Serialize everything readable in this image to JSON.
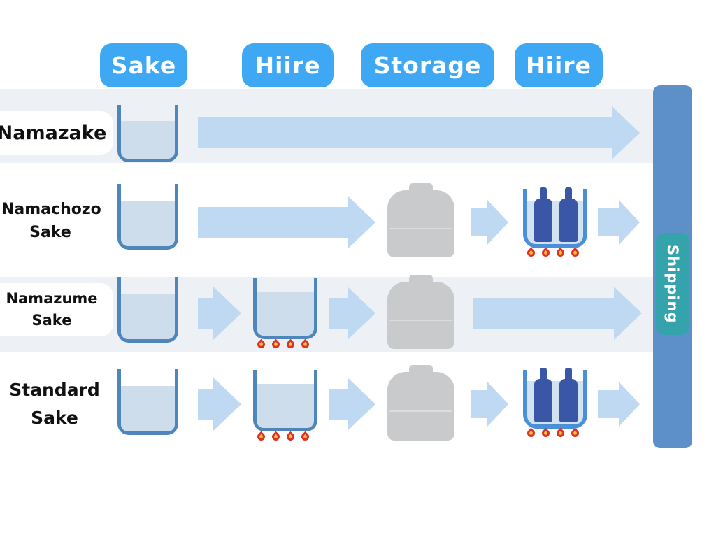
{
  "header": {
    "stages": [
      "Sake",
      "Hiire",
      "Storage",
      "Hiire"
    ]
  },
  "shipping": {
    "label": "Shipping"
  },
  "rows": [
    {
      "name": "Namazake",
      "label_lines": [
        "Namazake"
      ],
      "process": [
        "sake-cup",
        "arrow-to-shipping"
      ]
    },
    {
      "name": "Namachozo Sake",
      "label_lines": [
        "Namachozo",
        "Sake"
      ],
      "process": [
        "sake-cup",
        "arrow",
        "storage-tank",
        "arrow",
        "hiire-in-bottles",
        "arrow-to-shipping"
      ]
    },
    {
      "name": "Namazume Sake",
      "label_lines": [
        "Namazume",
        "Sake"
      ],
      "process": [
        "sake-cup",
        "arrow",
        "hiire-in-tank",
        "arrow",
        "storage-tank",
        "arrow-to-shipping"
      ]
    },
    {
      "name": "Standard Sake",
      "label_lines": [
        "Standard",
        "Sake"
      ],
      "process": [
        "sake-cup",
        "arrow",
        "hiire-in-tank",
        "arrow",
        "storage-tank",
        "arrow",
        "hiire-in-bottles",
        "arrow-to-shipping"
      ]
    }
  ],
  "colors": {
    "stage_button": "#3FA8F4",
    "arrow": "#BFD9F2",
    "row_band": "#EDF1F5",
    "shipping_bar": "#5D90C9",
    "shipping_badge": "#35A3AB",
    "cup_border": "#4E86BC",
    "cup_liquid": "#CEDDEC",
    "bath_border": "#4A90D9",
    "bottle": "#3A57A7",
    "tank": "#C9CACC",
    "flame_fill": "#F9A42A",
    "flame_outline": "#DC3123",
    "label_text": "#111111"
  }
}
